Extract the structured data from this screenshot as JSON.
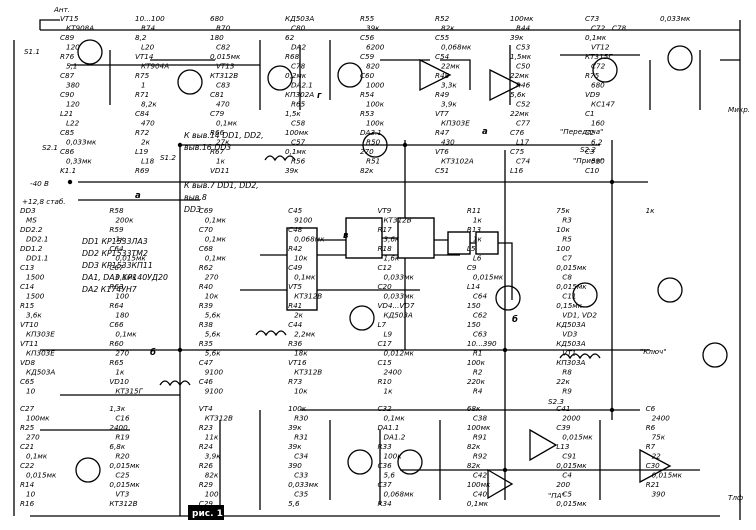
{
  "figure_label": "рис. 1",
  "power": {
    "minus40": "-40 В",
    "plus12": "+12,8 стаб.",
    "ant": "Ант.",
    "mic": "Микр.",
    "tlf": "Тлф",
    "transmit": "\"Передача\"",
    "receive": "\"Прием\"",
    "key": "\"Ключ\"",
    "nodes_a": "а",
    "nodes_b": "б",
    "nodes_v": "в",
    "nodes_g": "г",
    "ka": "\"ПА\""
  },
  "notes": [
    "DD1 КР1533ЛА3",
    "DD2 КР1533ТМ2",
    "DD3 КР1533КП11",
    "DA1, DA3 КР140УД20",
    "DA2 К174УН7"
  ],
  "power_notes": [
    "К выв.14 DD1, DD2,",
    "выв.16 DD3",
    "К выв.7 DD1, DD2,",
    "выв.8",
    "DD3"
  ],
  "switches": [
    "S1.1",
    "S2.1",
    "S2.2",
    "S1.2",
    "S2.3"
  ],
  "components": {
    "top": [
      "VT15",
      "КТ908А",
      "C89",
      "120",
      "R76",
      "5,1",
      "C87",
      "380",
      "C90",
      "120",
      "L21",
      "L22",
      "C85",
      "0,033мк",
      "C86",
      "0,33мк",
      "K1.1",
      "10...100",
      "R74",
      "8,2",
      "L20",
      "VT14",
      "КТ904А",
      "R75",
      "1",
      "R71",
      "8,2к",
      "C84",
      "470",
      "R72",
      "2к",
      "L19",
      "L18",
      "R69",
      "680",
      "R70",
      "180",
      "C82",
      "0,015мк",
      "VT13",
      "КТ312В",
      "C83",
      "C81",
      "470",
      "C79",
      "0,1мк",
      "R66",
      "27к",
      "R67",
      "1к",
      "VD11",
      "КД503А",
      "C80",
      "62",
      "DA2",
      "R68",
      "C78",
      "0,2мк",
      "DA2.1",
      "КП302А",
      "R65",
      "1,5к",
      "C58",
      "100мк",
      "C57",
      "0,1мк",
      "R56",
      "39к",
      "R55",
      "39к",
      "C56",
      "6200",
      "C59",
      "820",
      "C60",
      "1000",
      "R54",
      "100к",
      "R53",
      "100к",
      "DA3.1",
      "R50",
      "270",
      "R51",
      "82к",
      "R52",
      "82к",
      "C55",
      "0,068мк",
      "C54",
      "22мк",
      "R48",
      "3,3к",
      "R49",
      "3,9к",
      "VT7",
      "КП303Е",
      "R47",
      "430",
      "VT6",
      "КТ3102А",
      "C51",
      "100мк",
      "R44",
      "39к",
      "C53",
      "1,5мк",
      "C50",
      "22мк",
      "R46",
      "5,6к",
      "C52",
      "22мк",
      "C77",
      "C76",
      "L17",
      "C75",
      "C74",
      "L16",
      "C73",
      "C72...C78",
      "0,1мк",
      "VT12",
      "КТ315Г",
      "C72",
      "R75",
      "680",
      "VD9",
      "КС147",
      "C1",
      "160",
      "C2",
      "6,2",
      "C3",
      "510",
      "C10",
      "0,033мк"
    ],
    "middle": [
      "DD3",
      "MS",
      "DD2.2",
      "DD2.1",
      "DD1.2",
      "DD1.1",
      "C13",
      "1500",
      "C14",
      "1500",
      "R15",
      "3,6к",
      "VT10",
      "КП303Е",
      "VT11",
      "КП303Е",
      "VD8",
      "КД503А",
      "C65",
      "10",
      "R58",
      "200к",
      "R59",
      "1к",
      "C64",
      "0,015мк",
      "C67",
      "0,1мк",
      "R63",
      "100",
      "R64",
      "180",
      "C66",
      "0,1мк",
      "R60",
      "270",
      "R65",
      "1к",
      "VD10",
      "КТ315Г",
      "C69",
      "0,1мк",
      "C70",
      "0,1мк",
      "C68",
      "0,1мк",
      "R62",
      "270",
      "R40",
      "10к",
      "R39",
      "5,6к",
      "R38",
      "5,6к",
      "R35",
      "5,6к",
      "C47",
      "9100",
      "C46",
      "9100",
      "C45",
      "9100",
      "C48",
      "0,068мк",
      "R42",
      "10к",
      "C49",
      "0,1мк",
      "VT5",
      "КТ312В",
      "R41",
      "2к",
      "C44",
      "2,2мк",
      "R36",
      "18к",
      "VT16",
      "КТ312В",
      "R73",
      "10к",
      "VT9",
      "КТ312В",
      "R17",
      "3,6к",
      "R18",
      "1,6к",
      "C12",
      "0,033мк",
      "C20",
      "0,033мк",
      "VD4...VD7",
      "КД503А",
      "L7",
      "L9",
      "C17",
      "0,012мк",
      "C15",
      "2400",
      "R10",
      "1к",
      "R11",
      "1к",
      "R13",
      "1к",
      "L5",
      "L6",
      "C9",
      "0,015мк",
      "L14",
      "C64",
      "150",
      "C62",
      "150",
      "C63",
      "10...390",
      "R1",
      "100к",
      "R2",
      "220к",
      "R4",
      "75к",
      "R3",
      "10к",
      "R5",
      "100",
      "C7",
      "0,015мк",
      "C8",
      "0,015мк",
      "C11",
      "0,15мк",
      "VD1, VD2",
      "КД503А",
      "VD3",
      "КД503А",
      "VT1",
      "КП303А",
      "R8",
      "22к",
      "R9",
      "1к"
    ],
    "bottom": [
      "C27",
      "100мк",
      "R25",
      "270",
      "C21",
      "0,1мк",
      "C22",
      "0,015мк",
      "R14",
      "10",
      "R16",
      "1,3к",
      "C16",
      "2400",
      "R19",
      "6,8к",
      "R20",
      "0,015мк",
      "C25",
      "0,015мк",
      "VT3",
      "КТ312В",
      "VT4",
      "КТ312В",
      "R23",
      "11к",
      "R24",
      "3,9к",
      "R26",
      "82к",
      "R29",
      "100",
      "C29",
      "100к",
      "R30",
      "39к",
      "R31",
      "39к",
      "C34",
      "390",
      "C33",
      "0,033мк",
      "C35",
      "5,6",
      "C32",
      "0,1мк",
      "DA1.1",
      "DA1.2",
      "R33",
      "100к",
      "C36",
      "5,6",
      "C37",
      "0,068мк",
      "R34",
      "68к",
      "C38",
      "100мк",
      "R91",
      "82к",
      "R92",
      "82к",
      "C42",
      "100мк",
      "C40",
      "0,1мк",
      "C41",
      "2000",
      "C39",
      "0,015мк",
      "L13",
      "C91",
      "0,015мк",
      "C4",
      "200",
      "C5",
      "0,015мк",
      "C6",
      "2400",
      "R6",
      "75к",
      "R7",
      "22",
      "C30",
      "0,015мк",
      "R21",
      "390"
    ]
  },
  "colors": {
    "ink": "#000000",
    "paper": "#ffffff"
  }
}
